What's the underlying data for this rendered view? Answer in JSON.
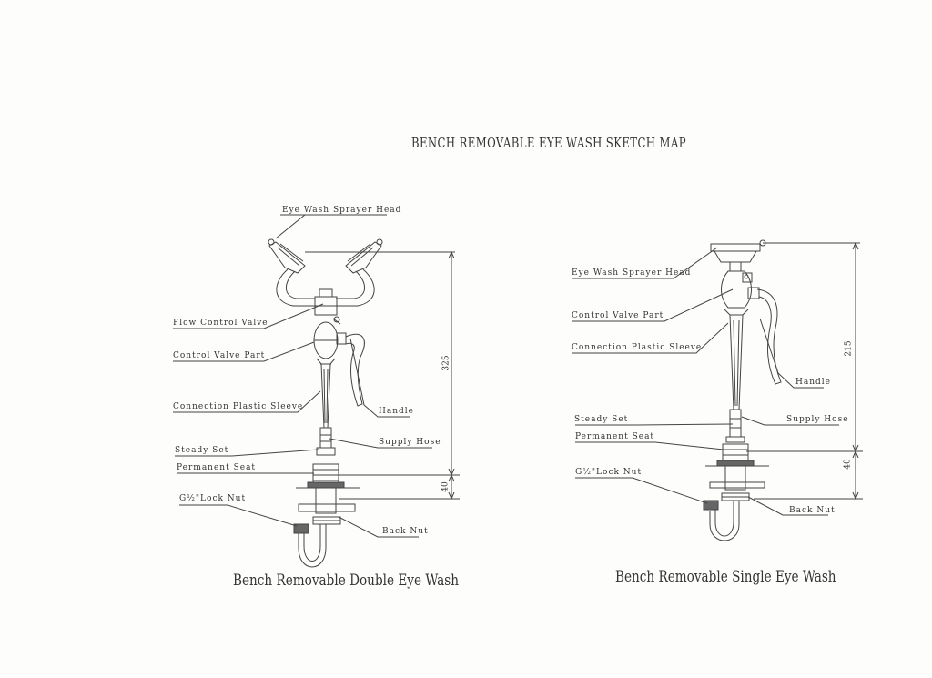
{
  "title": "BENCH REMOVABLE EYE WASH SKETCH MAP",
  "double": {
    "caption": "Bench Removable Double Eye Wash",
    "labels": {
      "sprayer_head": "Eye Wash Sprayer Head",
      "flow_control_valve": "Flow Control Valve",
      "control_valve_part": "Control Valve Part",
      "connection_sleeve": "Connection Plastic Sleeve",
      "handle": "Handle",
      "supply_hose": "Supply Hose",
      "steady_set": "Steady Set",
      "permanent_seat": "Permanent Seat",
      "lock_nut": "G½\"Lock Nut",
      "back_nut": "Back Nut"
    },
    "dims": {
      "total": "325",
      "bottom": "40"
    }
  },
  "single": {
    "caption": "Bench Removable Single Eye Wash",
    "labels": {
      "sprayer_head": "Eye Wash Sprayer Head",
      "control_valve_part": "Control Valve Part",
      "connection_sleeve": "Connection Plastic Sleeve",
      "handle": "Handle",
      "steady_set": "Steady Set",
      "supply_hose": "Supply Hose",
      "permanent_seat": "Permanent Seat",
      "lock_nut": "G½\"Lock Nut",
      "back_nut": "Back Nut"
    },
    "dims": {
      "total": "215",
      "bottom": "40"
    }
  },
  "colors": {
    "ink": "#444444",
    "paper": "#fdfdfb"
  }
}
